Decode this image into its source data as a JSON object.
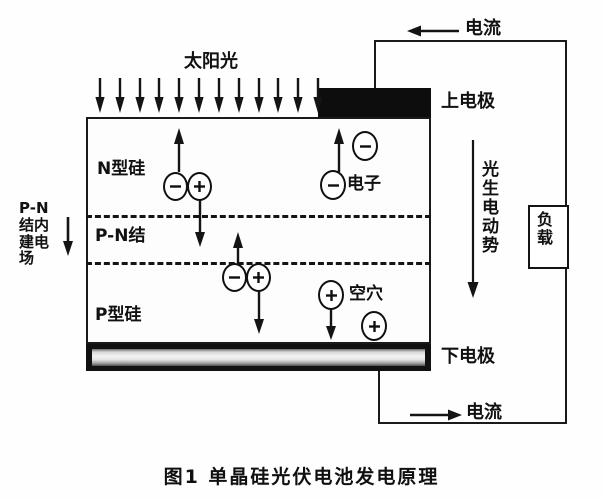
{
  "figure": {
    "caption": "图1  单晶硅光伏电池发电原理",
    "background_color": "#ffffff",
    "line_color": "#1a1a1a"
  },
  "labels": {
    "sunlight": "太阳光",
    "top_electrode": "上电极",
    "bottom_electrode": "下电极",
    "n_type_silicon": "N型硅",
    "pn_junction": "P-N结",
    "p_type_silicon": "P型硅",
    "electron": "电子",
    "hole": "空穴",
    "load": "负载",
    "current_top": "电流",
    "current_bottom": "电流",
    "builtin_field": [
      "P-N",
      "结内",
      "建电",
      "场"
    ],
    "builtin_field_full": "P-N结内建电场",
    "photo_emf": "光生电动势"
  },
  "symbols": {
    "electron_sign": "−",
    "hole_sign": "+",
    "sun_arrow_count": 12
  },
  "icons": {
    "sunlight_arrow": "arrow-down-icon",
    "electron_drift_arrow": "arrow-up-icon",
    "hole_drift_arrow": "arrow-down-icon",
    "current_top_arrow": "arrow-left-icon",
    "current_bottom_arrow": "arrow-right-icon",
    "field_arrow": "arrow-down-icon",
    "emf_arrow": "arrow-down-icon"
  },
  "colors": {
    "electrode_dark": "#0d0d0d",
    "stroke": "#1a1a1a",
    "text": "#111111",
    "cell_fill": "#fdfdfd"
  }
}
